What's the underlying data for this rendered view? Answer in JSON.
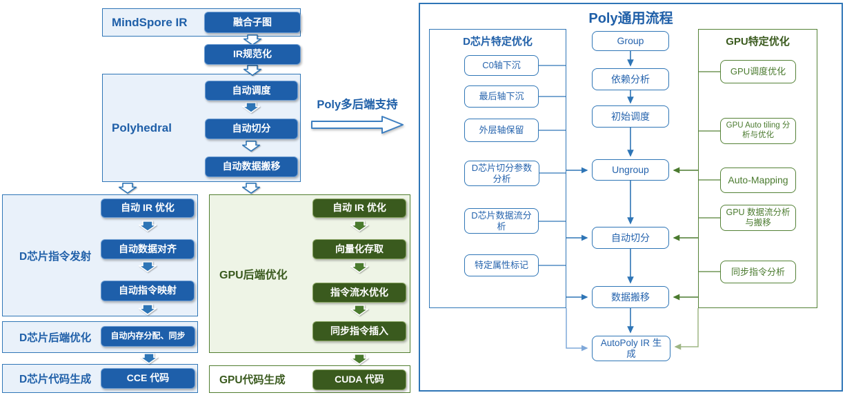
{
  "colors": {
    "accent_blue": "#1f5fa8",
    "panel_blue": "#2e75b6",
    "button_blue": "#1e5faa",
    "light_blue_bg": "#e9f1fa",
    "accent_green": "#3a5a1e",
    "panel_green": "#538135",
    "button_green": "#3a5a1e",
    "light_green_bg": "#eef4e6"
  },
  "left_flow": {
    "mindspore": {
      "label": "MindSpore IR",
      "button": "融合子图"
    },
    "ir_norm": "IR规范化",
    "polyhedral": {
      "label": "Polyhedral",
      "buttons": [
        "自动调度",
        "自动切分",
        "自动数据搬移"
      ]
    },
    "poly_backend_support": "Poly多后端支持",
    "d_emit": {
      "label": "D芯片指令发射",
      "buttons": [
        "自动 IR 优化",
        "自动数据对齐",
        "自动指令映射"
      ]
    },
    "d_backend": {
      "label": "D芯片后端优化",
      "button": "自动内存分配、同步"
    },
    "d_codegen": {
      "label": "D芯片代码生成",
      "button": "CCE 代码"
    },
    "gpu_backend": {
      "label": "GPU后端优化",
      "buttons": [
        "自动 IR 优化",
        "向量化存取",
        "指令流水优化",
        "同步指令插入"
      ]
    },
    "gpu_codegen": {
      "label": "GPU代码生成",
      "button": "CUDA 代码"
    }
  },
  "right_panel": {
    "title": "Poly通用流程",
    "d_column": {
      "header": "D芯片特定优化",
      "items": [
        "C0轴下沉",
        "最后轴下沉",
        "外层轴保留",
        "D芯片切分参数分析",
        "D芯片数据流分析",
        "特定属性标记"
      ]
    },
    "main_column": {
      "items": [
        "Group",
        "依赖分析",
        "初始调度",
        "Ungroup",
        "自动切分",
        "数据搬移",
        "AutoPoly IR 生成"
      ]
    },
    "gpu_column": {
      "header": "GPU特定优化",
      "items": [
        "GPU调度优化",
        "GPU Auto tiling 分析与优化",
        "Auto-Mapping",
        "GPU 数据流分析与搬移",
        "同步指令分析"
      ]
    }
  }
}
